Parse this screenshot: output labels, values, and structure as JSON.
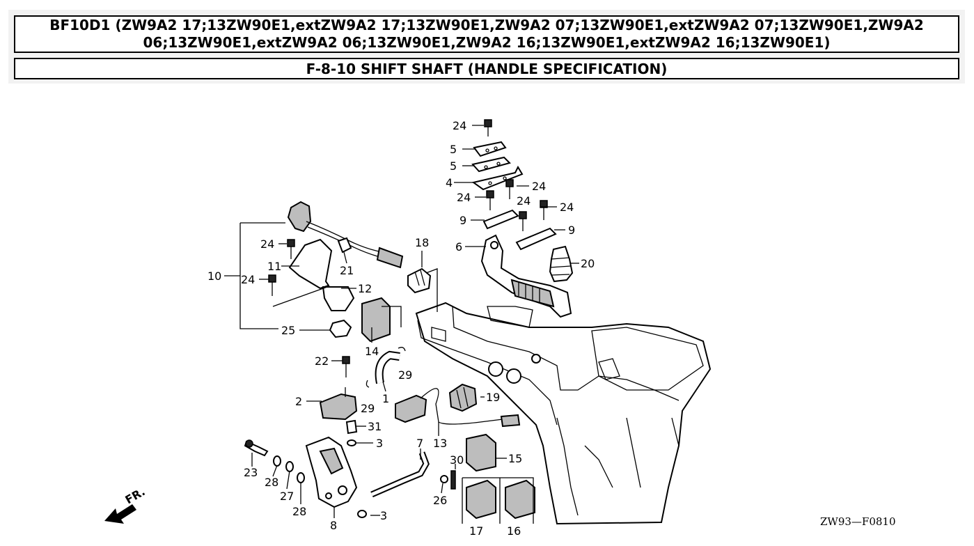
{
  "header": {
    "title": "BF10D1 (ZW9A2 17;13ZW90E1,extZW9A2 17;13ZW90E1,ZW9A2 07;13ZW90E1,extZW9A2 07;13ZW90E1,ZW9A2 06;13ZW90E1,extZW9A2 06;13ZW90E1,ZW9A2 16;13ZW90E1,extZW9A2 16;13ZW90E1)",
    "subtitle": "F-8-10 SHIFT SHAFT (HANDLE SPECIFICATION)"
  },
  "diagram": {
    "front_arrow_label": "FR.",
    "figure_code": "ZW93—F0810",
    "callouts": {
      "c1": "1",
      "c2": "2",
      "c3a": "3",
      "c3b": "3",
      "c4": "4",
      "c5a": "5",
      "c5b": "5",
      "c6": "6",
      "c7": "7",
      "c8": "8",
      "c9a": "9",
      "c9b": "9",
      "c10": "10",
      "c11": "11",
      "c12": "12",
      "c13": "13",
      "c14": "14",
      "c15": "15",
      "c16": "16",
      "c17": "17",
      "c18": "18",
      "c19": "19",
      "c20": "20",
      "c21": "21",
      "c22": "22",
      "c23": "23",
      "c24a": "24",
      "c24b": "24",
      "c24c": "24",
      "c24d": "24",
      "c24e": "24",
      "c24f": "24",
      "c24g": "24",
      "c25": "25",
      "c26": "26",
      "c27": "27",
      "c28a": "28",
      "c28b": "28",
      "c29a": "29",
      "c29b": "29",
      "c30": "30",
      "c31": "31"
    }
  }
}
